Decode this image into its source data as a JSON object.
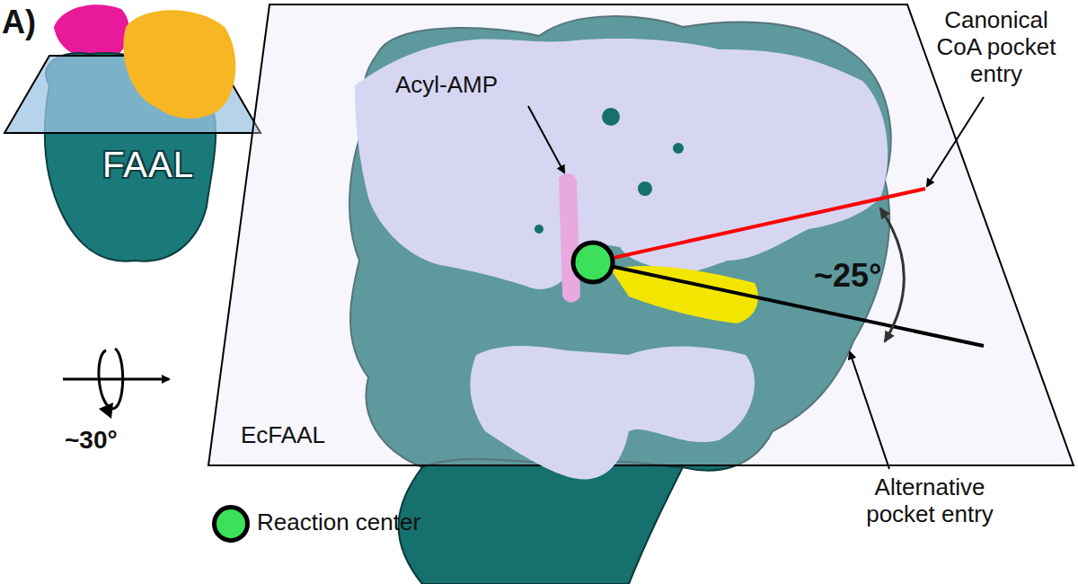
{
  "diagram": {
    "nodes": [
      {
        "text": [
          "FAAL"
        ]
      }
    ],
    "labels": [
      "A)",
      "Acyl-AMP",
      "Canonical CoA pocket entry",
      "~25°",
      "EcFAAL",
      "~30°",
      "Alternative pocket entry"
    ],
    "legend": [
      {
        "text": "Reaction center",
        "color": "#3ce05a"
      }
    ]
  }
}
